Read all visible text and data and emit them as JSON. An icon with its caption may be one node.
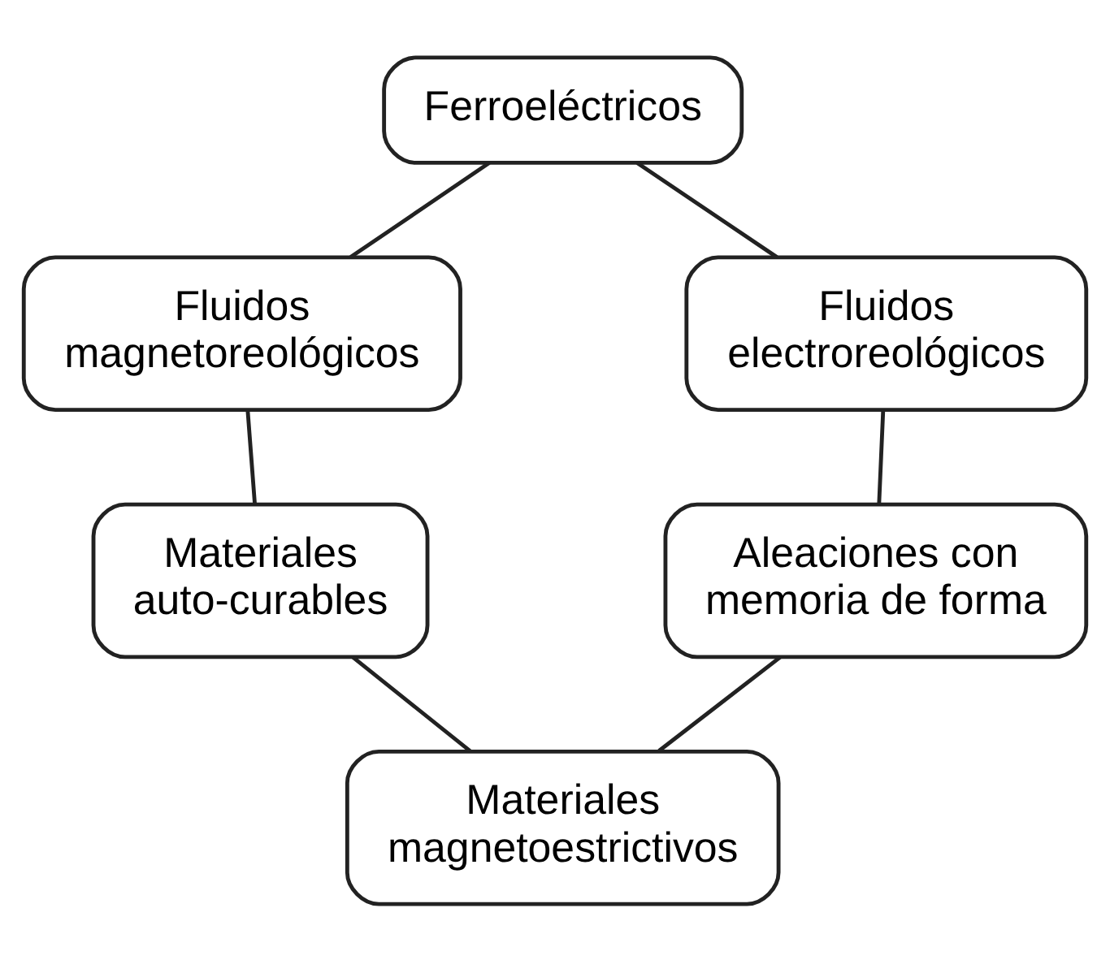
{
  "diagram": {
    "nodes": [
      {
        "text": [
          "Ferroeléctricos"
        ]
      },
      {
        "text": [
          "Fluidos magnetoreológicos"
        ]
      },
      {
        "text": [
          "Fluidos electroreológicos"
        ]
      },
      {
        "text": [
          "Materiales auto-curables"
        ]
      },
      {
        "text": [
          "Aleaciones con memoria de forma"
        ]
      },
      {
        "text": [
          "Materiales magnetoestrictivos"
        ]
      }
    ],
    "edges": [
      {
        "from": 0,
        "to": 1,
        "arrow": "none"
      },
      {
        "from": 0,
        "to": 2,
        "arrow": "none"
      },
      {
        "from": 1,
        "to": 3,
        "arrow": "none"
      },
      {
        "from": 2,
        "to": 4,
        "arrow": "none"
      },
      {
        "from": 3,
        "to": 5,
        "arrow": "none"
      },
      {
        "from": 4,
        "to": 5,
        "arrow": "none"
      }
    ]
  }
}
